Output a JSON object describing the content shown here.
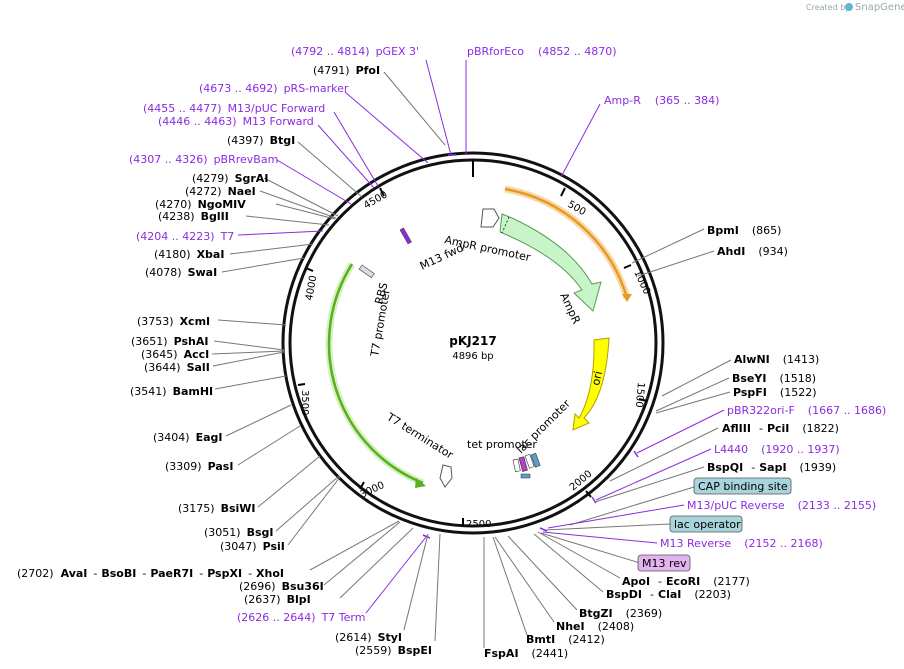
{
  "plasmid": {
    "name": "pKJ217",
    "size": "4896 bp"
  },
  "credit": {
    "prefix": "Created by",
    "brand": "SnapGene"
  },
  "ring_ticks": [
    "500",
    "1000",
    "1500",
    "2000",
    "2500",
    "3000",
    "3500",
    "4000",
    "4500"
  ],
  "features": {
    "ampr_promoter": "AmpR promoter",
    "ampr": "AmpR",
    "ori": "ori",
    "lac_promoter": "lac promoter",
    "tet_promoter": "tet promoter",
    "t7_terminator": "T7 terminator",
    "t7_promoter": "T7 promoter",
    "rbs": "RBS",
    "m13_fwd": "M13 fwd"
  },
  "primers_top": [
    {
      "range": "(4792 .. 4814)",
      "name": "pGEX 3'"
    },
    {
      "range": "(4852 .. 4870)",
      "name": "pBRforEco"
    },
    {
      "range": "(4673 .. 4692)",
      "name": "pRS-marker"
    },
    {
      "range": "(4455 .. 4477)",
      "name": "M13/pUC Forward"
    },
    {
      "range": "(4446 .. 4463)",
      "name": "M13 Forward"
    },
    {
      "range": "(4307 .. 4326)",
      "name": "pBRrevBam"
    },
    {
      "range": "(4204 .. 4223)",
      "name": "T7"
    },
    {
      "range": "(365 .. 384)",
      "name": "Amp-R"
    }
  ],
  "primers_right": [
    {
      "name": "pBR322ori-F",
      "range": "(1667 .. 1686)"
    },
    {
      "name": "L4440",
      "range": "(1920 .. 1937)"
    },
    {
      "name": "M13/pUC Reverse",
      "range": "(2133 .. 2155)"
    },
    {
      "name": "M13 Reverse",
      "range": "(2152 .. 2168)"
    }
  ],
  "primer_bottom": {
    "range": "(2626 .. 2644)",
    "name": "T7 Term"
  },
  "boxed": {
    "cap": "CAP binding site",
    "lacop": "lac operator",
    "m13rev": "M13 rev"
  },
  "sites_left": [
    {
      "pos": "(4791)",
      "name": "PfoI"
    },
    {
      "pos": "(4397)",
      "name": "BtgI"
    },
    {
      "pos": "(4279)",
      "name": "SgrAI"
    },
    {
      "pos": "(4272)",
      "name": "NaeI"
    },
    {
      "pos": "(4270)",
      "name": "NgoMIV"
    },
    {
      "pos": "(4238)",
      "name": "BglII"
    },
    {
      "pos": "(4180)",
      "name": "XbaI"
    },
    {
      "pos": "(4078)",
      "name": "SwaI"
    },
    {
      "pos": "(3753)",
      "name": "XcmI"
    },
    {
      "pos": "(3651)",
      "name": "PshAI"
    },
    {
      "pos": "(3645)",
      "name": "AccI"
    },
    {
      "pos": "(3644)",
      "name": "SalI"
    },
    {
      "pos": "(3541)",
      "name": "BamHI"
    },
    {
      "pos": "(3404)",
      "name": "EagI"
    },
    {
      "pos": "(3309)",
      "name": "PasI"
    },
    {
      "pos": "(3175)",
      "name": "BsiWI"
    },
    {
      "pos": "(3051)",
      "name": "BsgI"
    },
    {
      "pos": "(3047)",
      "name": "PsiI"
    },
    {
      "pos": "(2696)",
      "name": "Bsu36I"
    },
    {
      "pos": "(2637)",
      "name": "BlpI"
    },
    {
      "pos": "(2614)",
      "name": "StyI"
    },
    {
      "pos": "(2559)",
      "name": "BspEI"
    }
  ],
  "multi_left": {
    "pos": "(2702)",
    "n1": "AvaI",
    "n2": "BsoBI",
    "n3": "PaeR7I",
    "n4": "PspXI",
    "n5": "XhoI",
    "sep": "-"
  },
  "sites_right": [
    {
      "name": "BpmI",
      "pos": "(865)"
    },
    {
      "name": "AhdI",
      "pos": "(934)"
    },
    {
      "name": "AlwNI",
      "pos": "(1413)"
    },
    {
      "name": "BseYI",
      "pos": "(1518)"
    },
    {
      "name": "PspFI",
      "pos": "(1522)"
    },
    {
      "name": "BtgZI",
      "pos": "(2369)"
    },
    {
      "name": "NheI",
      "pos": "(2408)"
    },
    {
      "name": "BmtI",
      "pos": "(2412)"
    },
    {
      "name": "FspAI",
      "pos": "(2441)"
    }
  ],
  "pairs_right": {
    "afl_a": "AflIII",
    "afl_b": "PciI",
    "afl_pos": "(1822)",
    "bsp_a": "BspQI",
    "bsp_b": "SapI",
    "bsp_pos": "(1939)",
    "apo_a": "ApoI",
    "apo_b": "EcoRI",
    "apo_pos": "(2177)",
    "bspd_a": "BspDI",
    "bspd_b": "ClaI",
    "bspd_pos": "(2203)",
    "sep": "-"
  },
  "colors": {
    "ampr_fill": "#c8f5c8",
    "ampr_stroke": "#5a9a5a",
    "ori_fill": "#ffff00",
    "ori_stroke": "#b0a000",
    "primer": "#9b30d9",
    "orange": "#e89a28",
    "green_arc": "#58b020",
    "box_fill": "#a8d4dc",
    "m13rev_fill": "#e3b3f0"
  }
}
